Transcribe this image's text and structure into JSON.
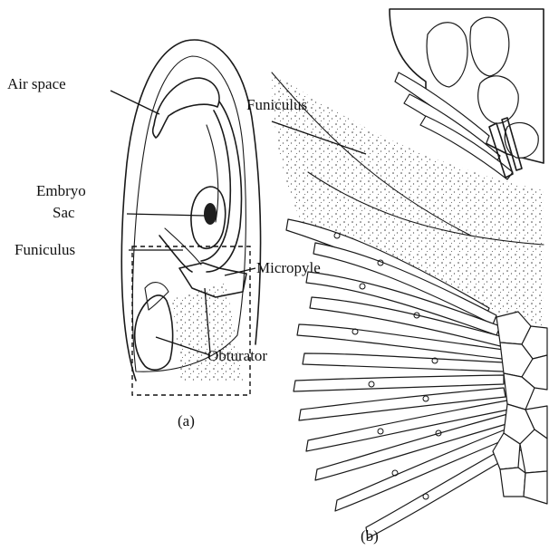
{
  "figure": {
    "panel_a": {
      "caption": "(a)",
      "labels": {
        "air_space": "Air space",
        "embryo_sac_line1": "Embryo",
        "embryo_sac_line2": "Sac",
        "funiculus": "Funiculus",
        "micropyle": "Micropyle",
        "obturator": "Obturator"
      }
    },
    "panel_b": {
      "caption": "(b)",
      "labels": {
        "funiculus": "Funiculus"
      }
    }
  }
}
